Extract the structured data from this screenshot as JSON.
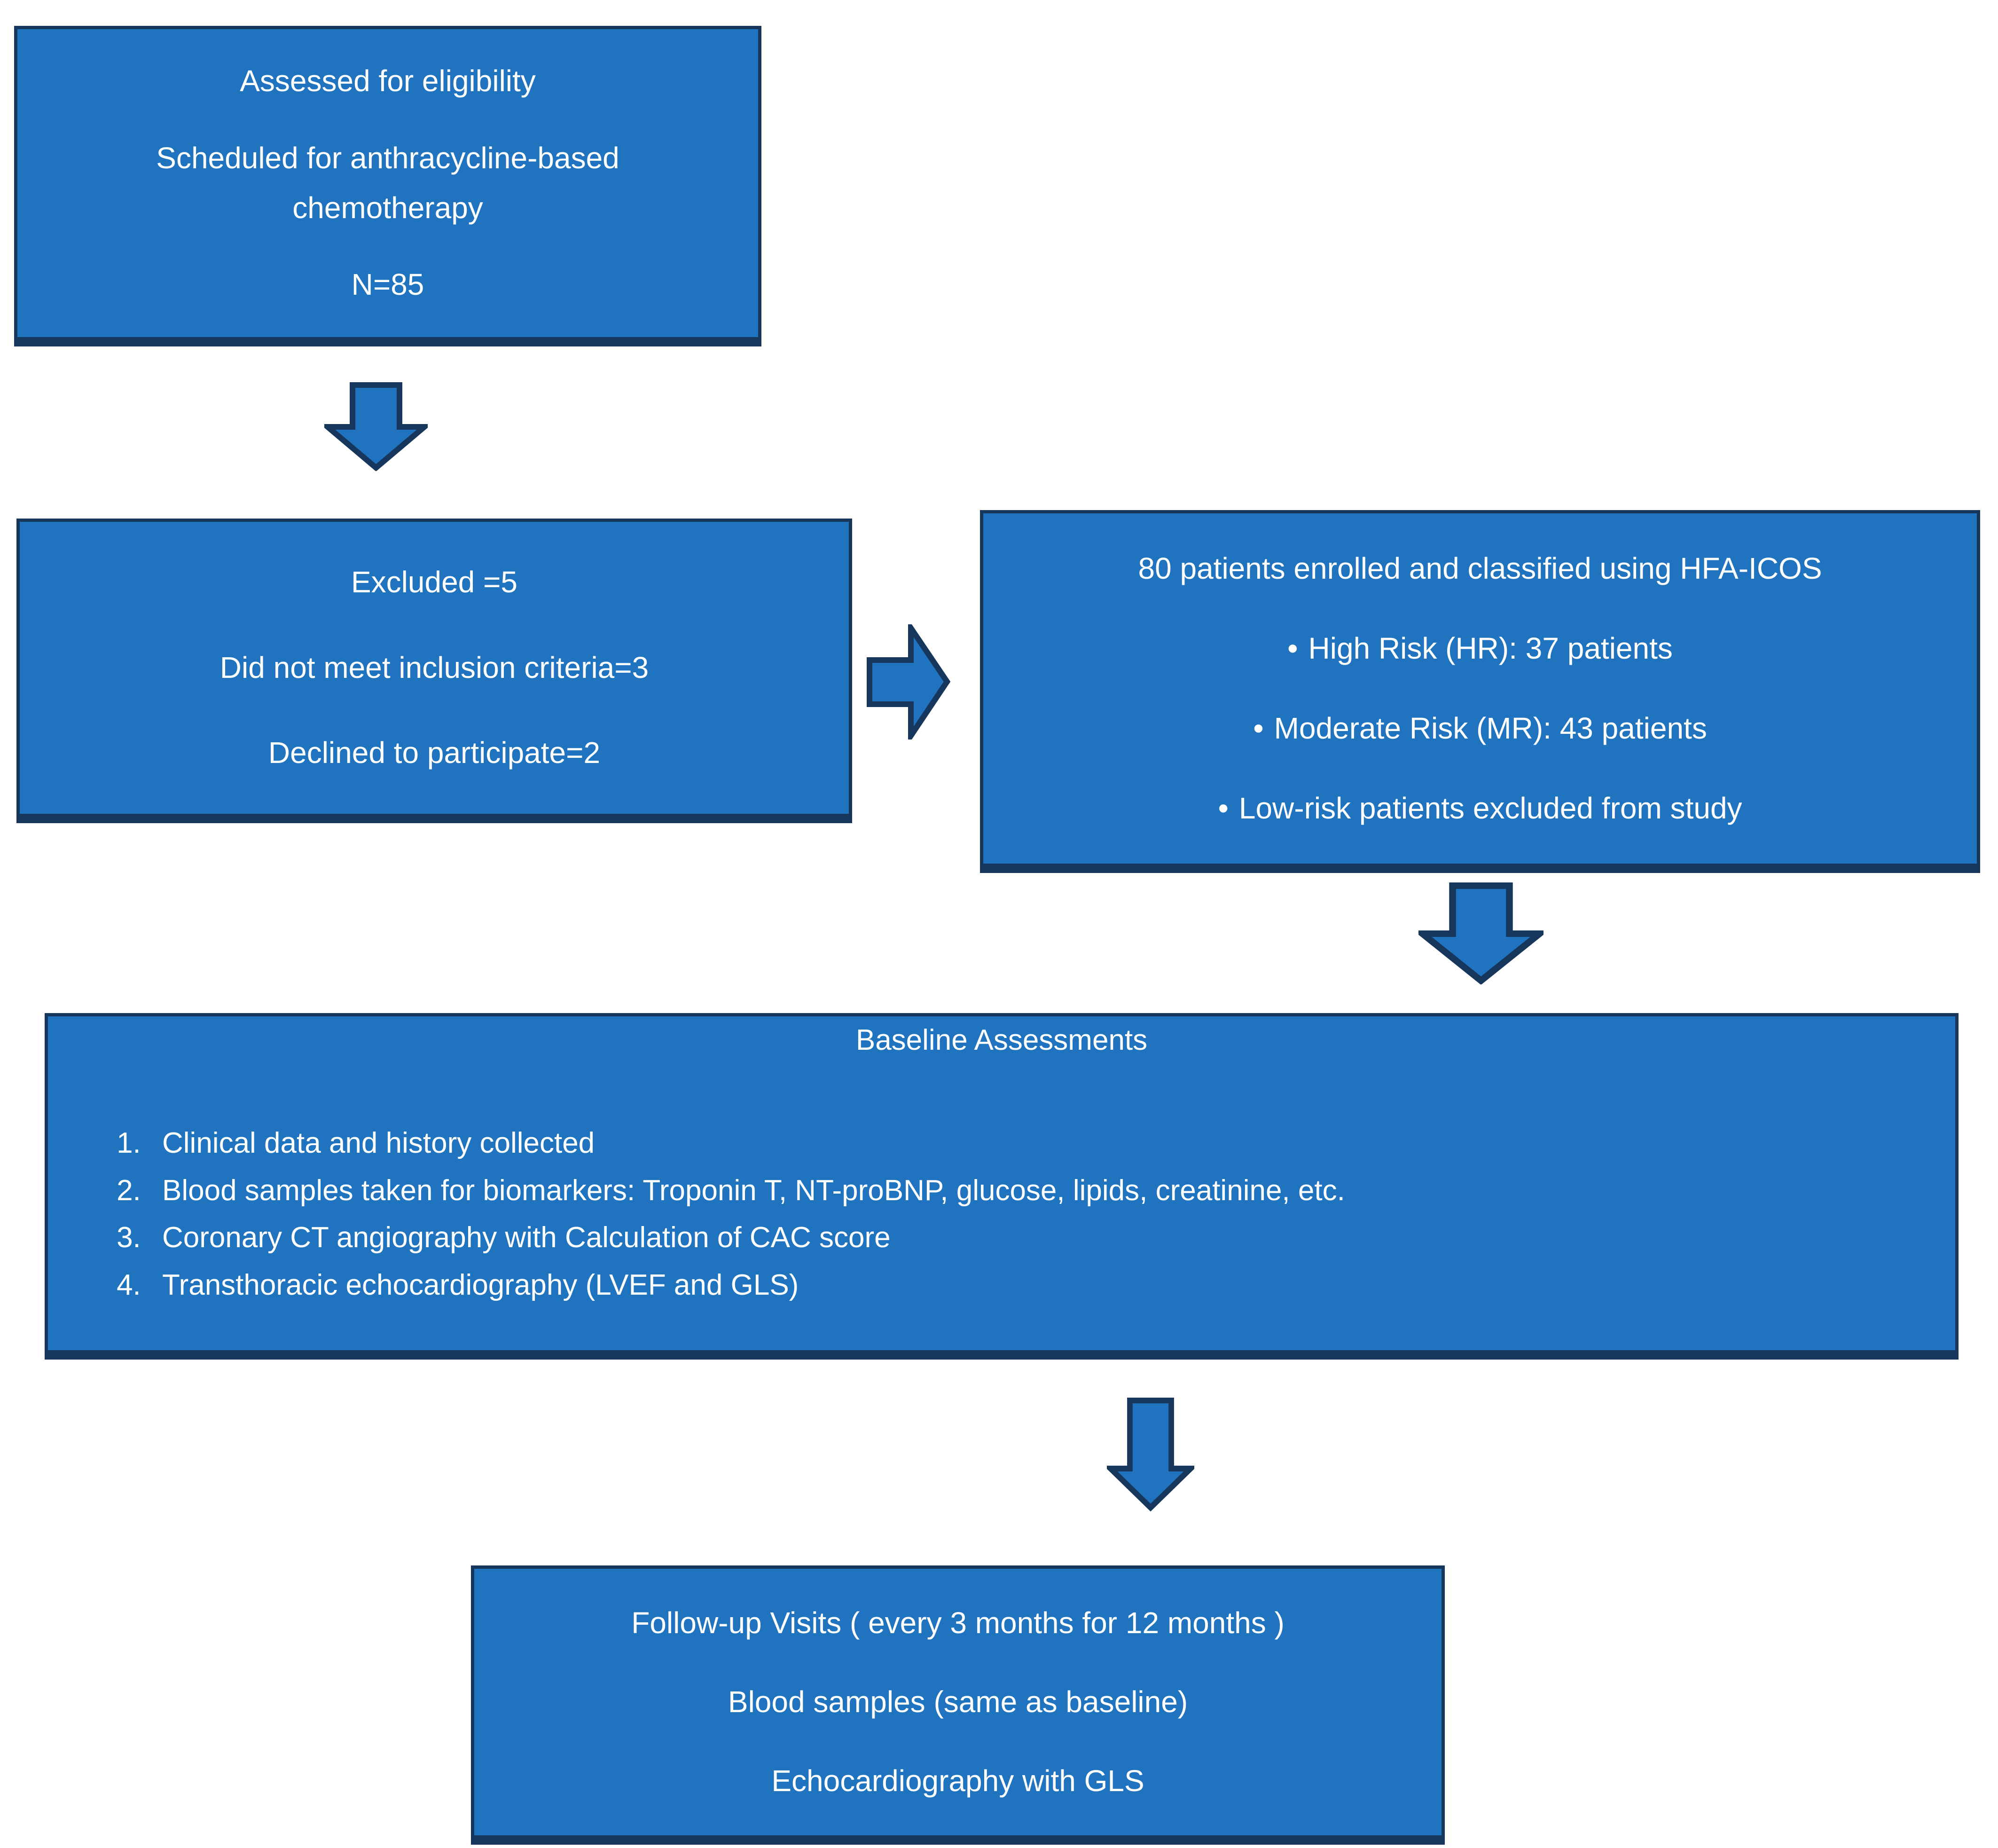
{
  "figure": {
    "type": "study-flowchart",
    "background": "#ffffff"
  },
  "colors": {
    "box_fill": "#1f73bf",
    "box_border": "#16365c",
    "text": "#ffffff"
  },
  "icons": {
    "down_arrow": "⬇",
    "right_arrow": "➡"
  },
  "boxes": {
    "eligibility": {
      "line1": "Assessed for eligibility",
      "line2": "Scheduled for anthracycline-based chemotherapy",
      "line3": "N=85"
    },
    "excluded": {
      "line1": "Excluded =5",
      "line2": "Did not meet inclusion criteria=3",
      "line3": "Declined to participate=2"
    },
    "enrolled": {
      "title": "80 patients enrolled and classified using HFA-ICOS",
      "bullet_icon": "•",
      "bullets": [
        "High Risk (HR): 37 patients",
        "Moderate Risk (MR): 43 patients",
        "Low-risk patients excluded from study"
      ]
    },
    "baseline": {
      "title": "Baseline Assessments",
      "items": [
        "Clinical data and history collected",
        "Blood samples taken for biomarkers:  Troponin T, NT-proBNP, glucose, lipids, creatinine, etc.",
        "Coronary CT angiography with  Calculation of CAC score",
        "Transthoracic echocardiography (LVEF and GLS)"
      ]
    },
    "followup": {
      "line1": "Follow-up Visits ( every 3 months for 12 months )",
      "line2": "Blood samples (same as baseline)",
      "line3": "Echocardiography with GLS"
    }
  }
}
